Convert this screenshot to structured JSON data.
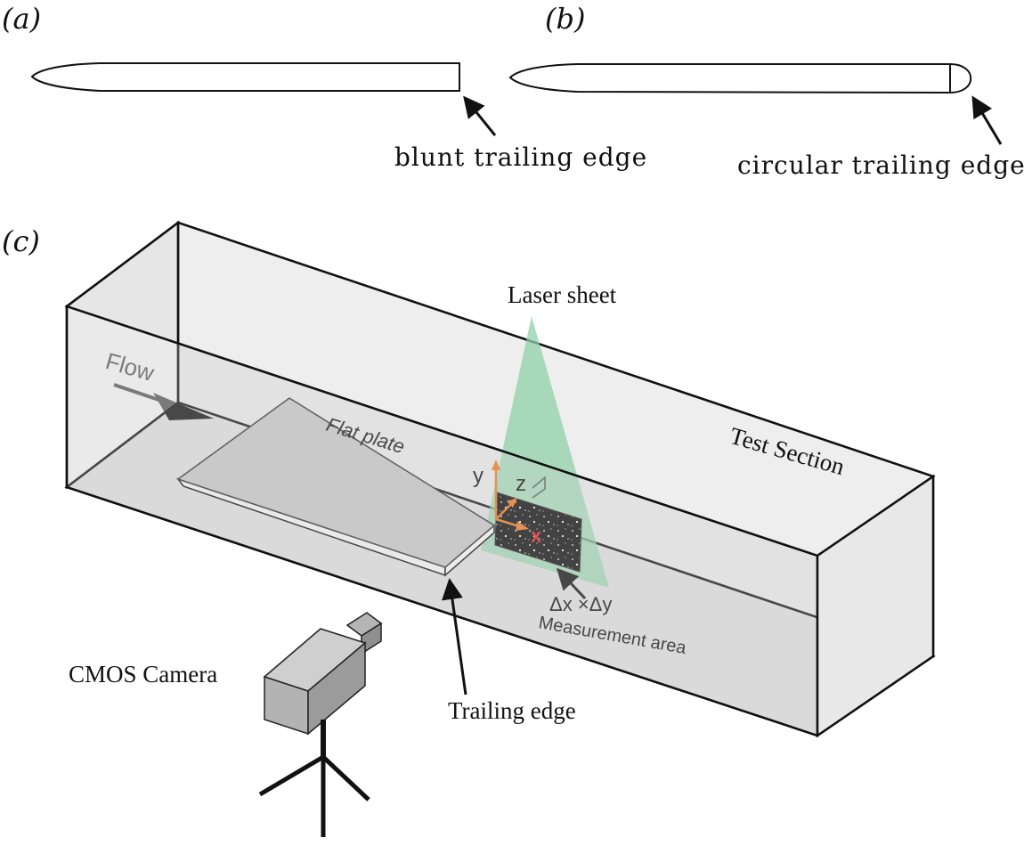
{
  "panels": {
    "a": {
      "label": "(a)",
      "annotation": "blunt trailing edge"
    },
    "b": {
      "label": "(b)",
      "annotation": "circular trailing edge"
    },
    "c": {
      "label": "(c)",
      "laser_sheet": "Laser sheet",
      "flow": "Flow",
      "flat_plate": "Flat plate",
      "test_section": "Test Section",
      "axis_y": "y",
      "axis_z": "z",
      "axis_x": "x",
      "measurement_size": "Δx ×Δy",
      "measurement_area": "Measurement area",
      "camera": "CMOS Camera",
      "trailing_edge": "Trailing edge"
    }
  },
  "colors": {
    "box_fill": "#e4e4e4",
    "plate_top": "#c6c6c6",
    "laser_green": "#8fd0a8",
    "axis_orange": "#e87722",
    "x_red": "#e02020",
    "camera_body": "#b9b9b9"
  }
}
